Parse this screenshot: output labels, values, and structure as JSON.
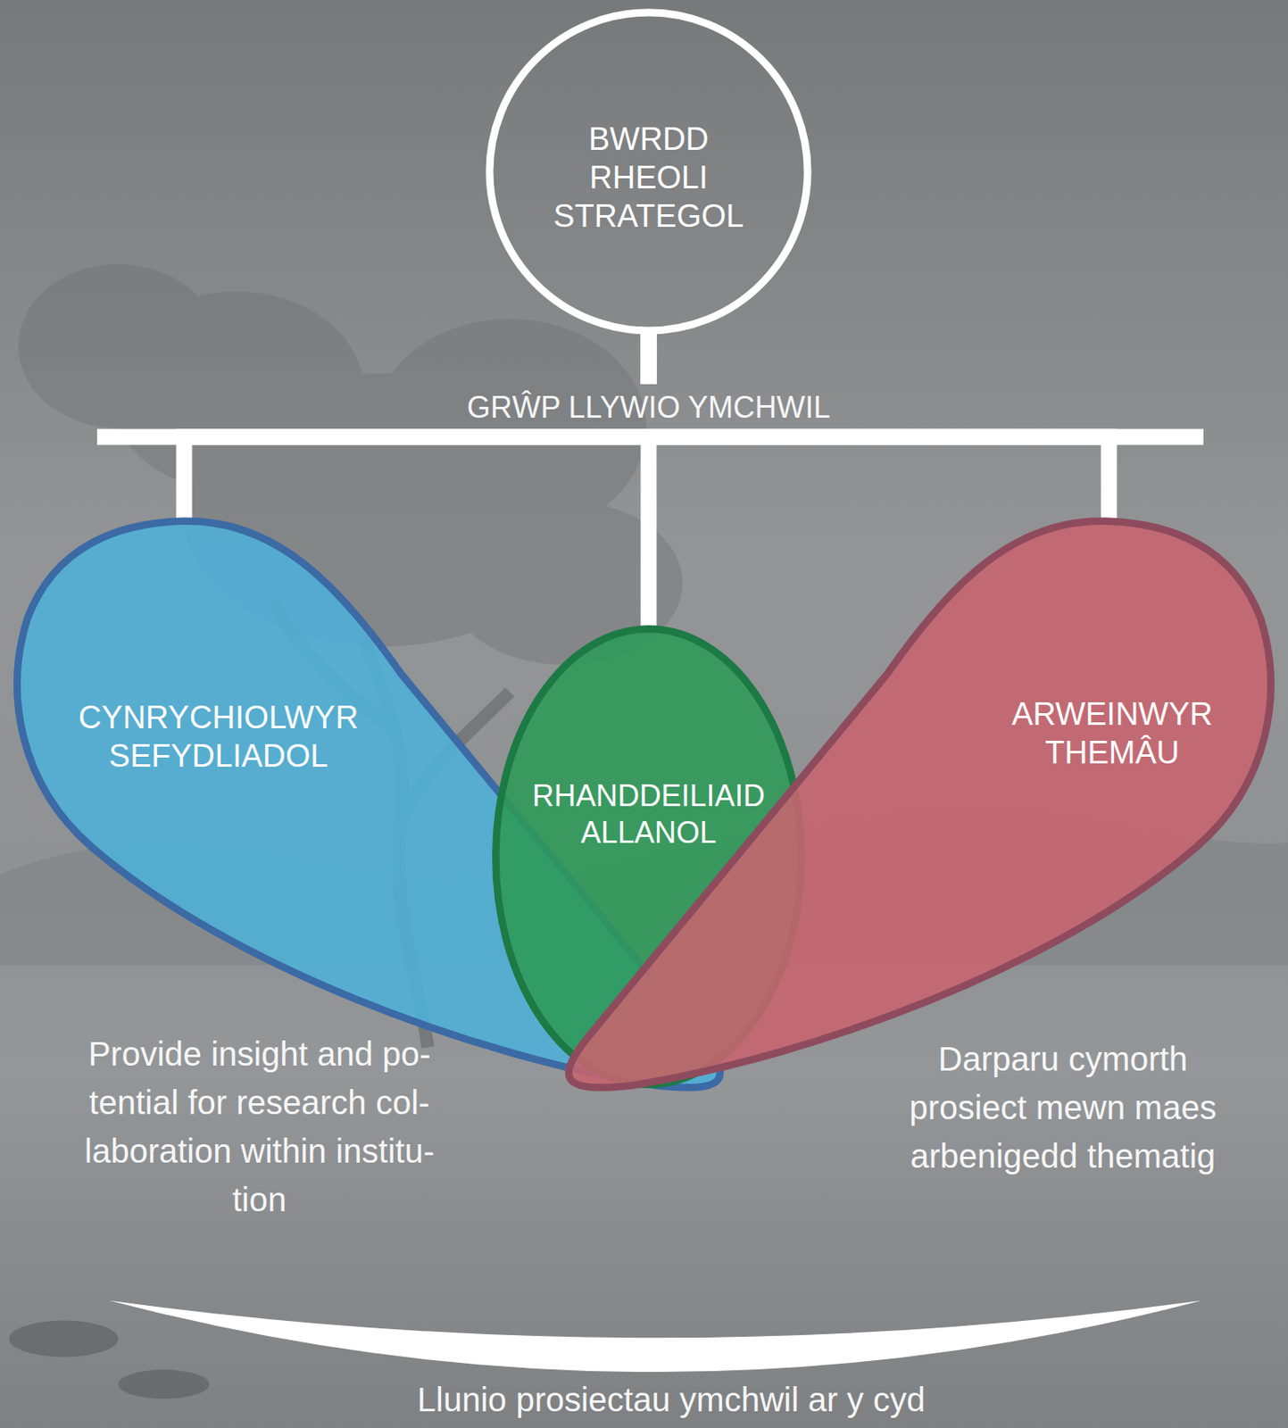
{
  "diagram": {
    "nodes": [
      {
        "text": [
          "BWRDD RHEOLI STRATEGOL"
        ]
      },
      {
        "text": [
          "CYNRYCHIOLWYR SEFYDLIADOL"
        ]
      },
      {
        "text": [
          "RHANDDEILIAID ALLANOL"
        ]
      },
      {
        "text": [
          "ARWEINWYR THEMÂU"
        ]
      }
    ],
    "edges": [
      {
        "from": 0,
        "to": 1,
        "arrow": "none"
      },
      {
        "from": 0,
        "to": 2,
        "arrow": "none"
      },
      {
        "from": 0,
        "to": 3,
        "arrow": "none"
      }
    ],
    "labels": [
      "GRŴP LLYWIO YMCHWIL",
      "Provide insight and po- tential for research col- laboration within institu- tion",
      "Darparu cymorth prosiect mewn maes arbenigedd thematig",
      "Llunio prosiectau ymchwil ar y cyd"
    ]
  }
}
